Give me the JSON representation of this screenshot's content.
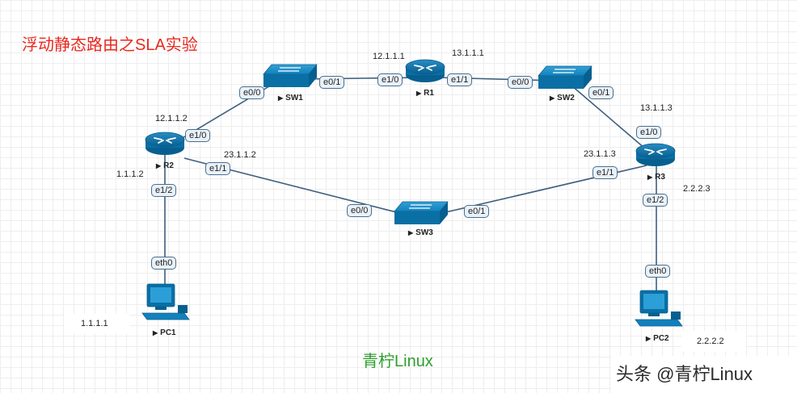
{
  "diagram": {
    "title": "浮动静态路由之SLA实验",
    "watermark": "青柠Linux",
    "attribution": "头条 @青柠Linux"
  },
  "devices": [
    {
      "id": "R1",
      "type": "router",
      "label": "R1"
    },
    {
      "id": "R2",
      "type": "router",
      "label": "R2"
    },
    {
      "id": "R3",
      "type": "router",
      "label": "R3"
    },
    {
      "id": "SW1",
      "type": "switch",
      "label": "SW1"
    },
    {
      "id": "SW2",
      "type": "switch",
      "label": "SW2"
    },
    {
      "id": "SW3",
      "type": "switch",
      "label": "SW3"
    },
    {
      "id": "PC1",
      "type": "pc",
      "label": "PC1"
    },
    {
      "id": "PC2",
      "type": "pc",
      "label": "PC2"
    }
  ],
  "links": [
    {
      "from": "R2",
      "from_port": "e1/0",
      "to": "SW1",
      "to_port": "e0/0"
    },
    {
      "from": "SW1",
      "from_port": "e0/1",
      "to": "R1",
      "to_port": "e1/0"
    },
    {
      "from": "R1",
      "from_port": "e1/1",
      "to": "SW2",
      "to_port": "e0/0"
    },
    {
      "from": "SW2",
      "from_port": "e0/1",
      "to": "R3",
      "to_port": "e1/0"
    },
    {
      "from": "R2",
      "from_port": "e1/1",
      "to": "SW3",
      "to_port": "e0/0"
    },
    {
      "from": "SW3",
      "from_port": "e0/1",
      "to": "R3",
      "to_port": "e1/1"
    },
    {
      "from": "R2",
      "from_port": "e1/2",
      "to": "PC1",
      "to_port": "eth0"
    },
    {
      "from": "R3",
      "from_port": "e1/2",
      "to": "PC2",
      "to_port": "eth0"
    }
  ],
  "ip_labels": {
    "r1_e1_0": "12.1.1.1",
    "r1_e1_1": "13.1.1.1",
    "r2_e1_0": "12.1.1.2",
    "r2_e1_1": "23.1.1.2",
    "r2_e1_2": "1.1.1.2",
    "r3_e1_0": "13.1.1.3",
    "r3_e1_1": "23.1.1.3",
    "r3_e1_2": "2.2.2.3",
    "pc1": "1.1.1.1",
    "pc2": "2.2.2.2"
  }
}
